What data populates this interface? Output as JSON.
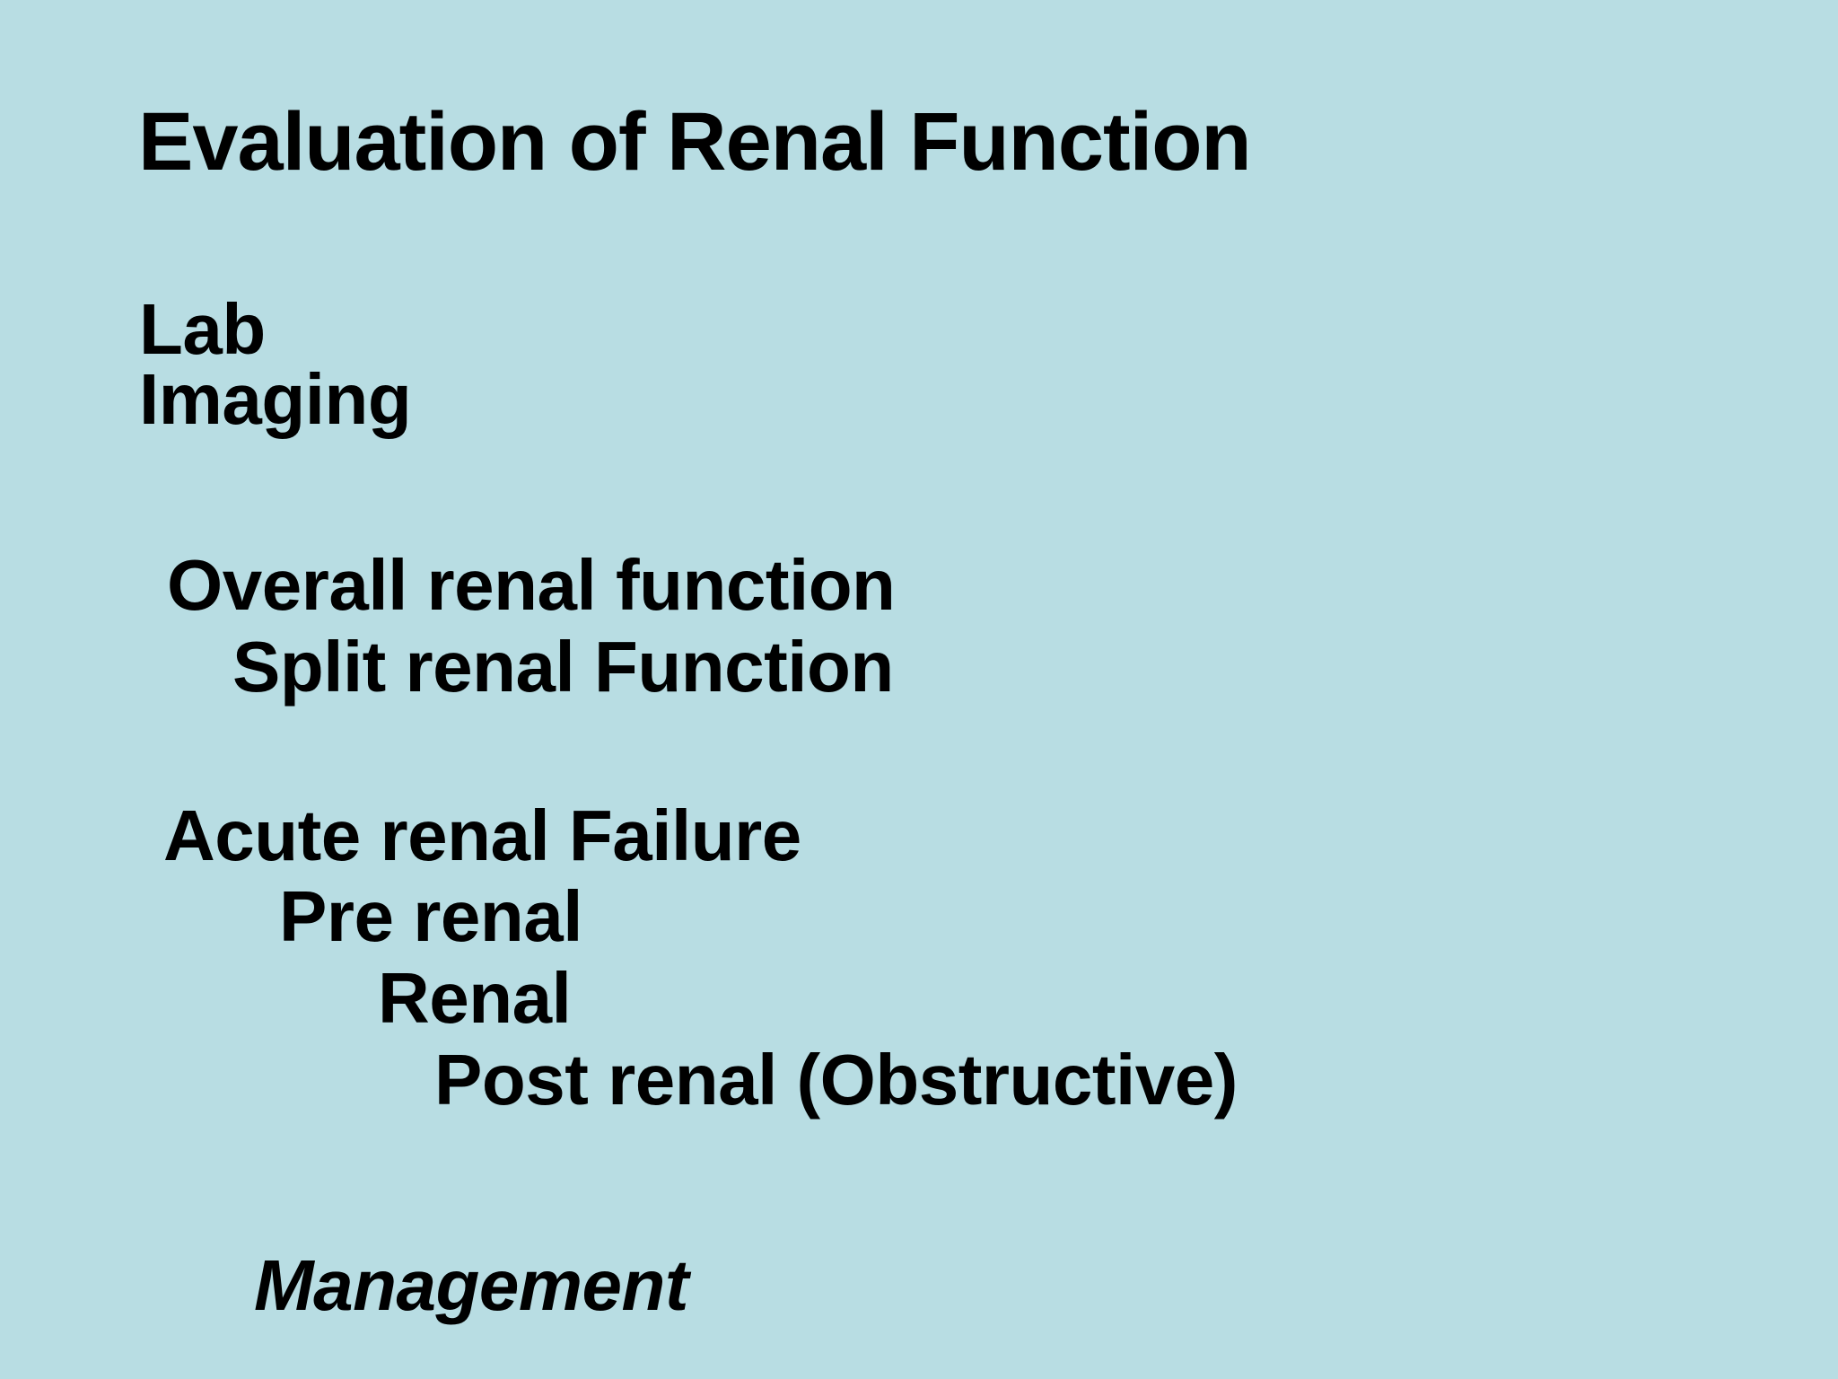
{
  "slide": {
    "background_color": "#b8dde3",
    "text_color": "#000000",
    "title": "Evaluation of Renal Function",
    "lines": [
      {
        "id": "lab",
        "text": "Lab",
        "indent_level": 0,
        "style": "bold"
      },
      {
        "id": "imaging",
        "text": "Imaging",
        "indent_level": 0,
        "style": "bold"
      },
      {
        "id": "overall",
        "text": "Overall renal function",
        "indent_level": 1,
        "style": "bold"
      },
      {
        "id": "split",
        "text": "Split renal Function",
        "indent_level": 2,
        "style": "bold"
      },
      {
        "id": "acute",
        "text": "Acute renal Failure",
        "indent_level": 1,
        "style": "bold"
      },
      {
        "id": "prerenal",
        "text": "Pre renal",
        "indent_level": 2,
        "style": "bold"
      },
      {
        "id": "renal",
        "text": "Renal",
        "indent_level": 3,
        "style": "bold"
      },
      {
        "id": "postrenal",
        "text": "Post renal (Obstructive)",
        "indent_level": 4,
        "style": "bold"
      },
      {
        "id": "management",
        "text": "Management",
        "indent_level": 2,
        "style": "bold-italic"
      }
    ]
  }
}
